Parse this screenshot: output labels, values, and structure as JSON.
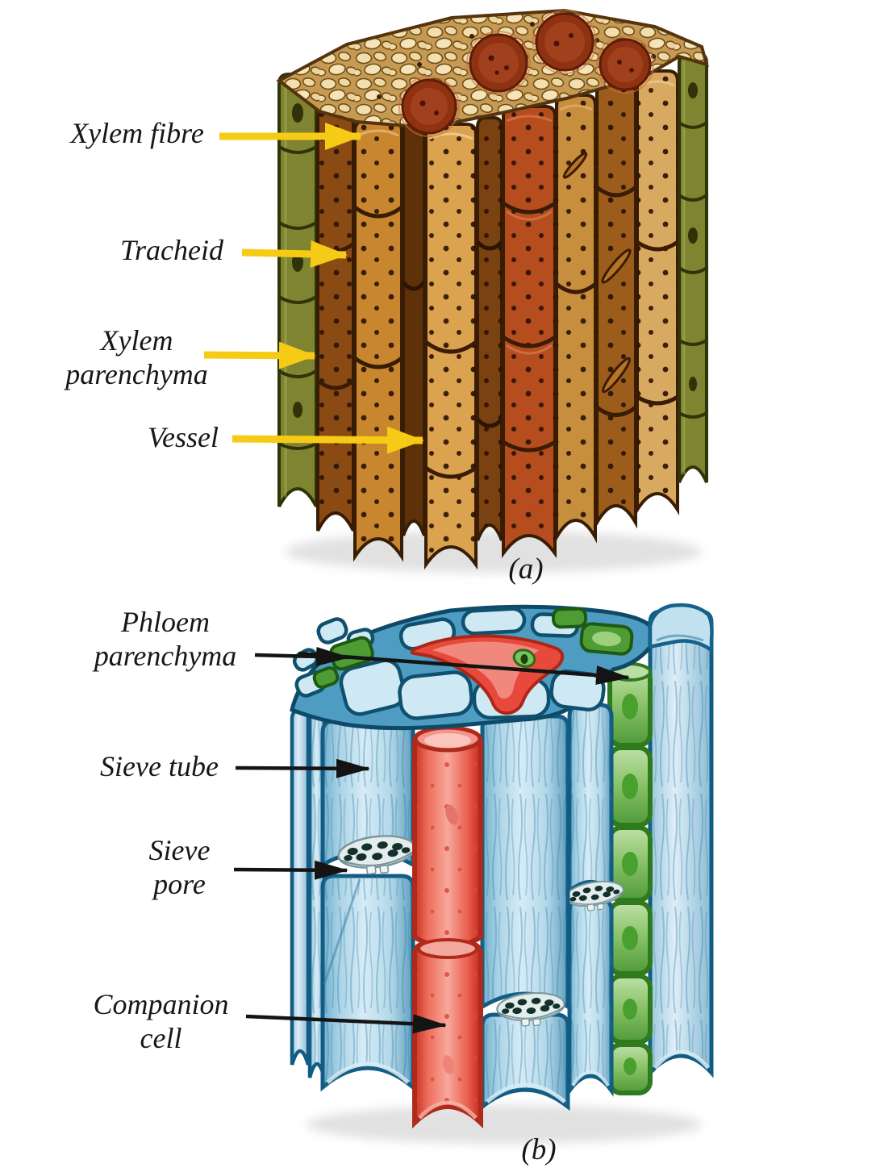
{
  "figure_a": {
    "caption": "(a)",
    "arrow_color": "#F6CB15",
    "labels": {
      "xylem_fibre": "Xylem fibre",
      "tracheid": "Tracheid",
      "xylem_parenchyma": "Xylem\nparenchyma",
      "vessel": "Vessel"
    },
    "colors": {
      "parenchyma_green": "#7F8430",
      "fibre_brown": "#8A4A14",
      "tracheid_orange": "#C8872E",
      "vessel_red": "#B54D1E",
      "vessel_tan": "#DBA24F",
      "cobble_cream": "#F3DFAE",
      "vessel_opening": "#8F3212"
    }
  },
  "figure_b": {
    "caption": "(b)",
    "arrow_color": "#141414",
    "labels": {
      "phloem_parenchyma": "Phloem\nparenchyma",
      "sieve_tube": "Sieve tube",
      "sieve_pore": "Sieve\npore",
      "companion_cell": "Companion\ncell"
    },
    "colors": {
      "sieve_tube_blue": "#A9D2E5",
      "outline_teal": "#125C84",
      "companion_red": "#E74A3C",
      "parenchyma_green": "#4F9A38",
      "sieve_plate": "#E3EDEC"
    }
  },
  "text_color": "#171717",
  "background": "#FFFFFF"
}
